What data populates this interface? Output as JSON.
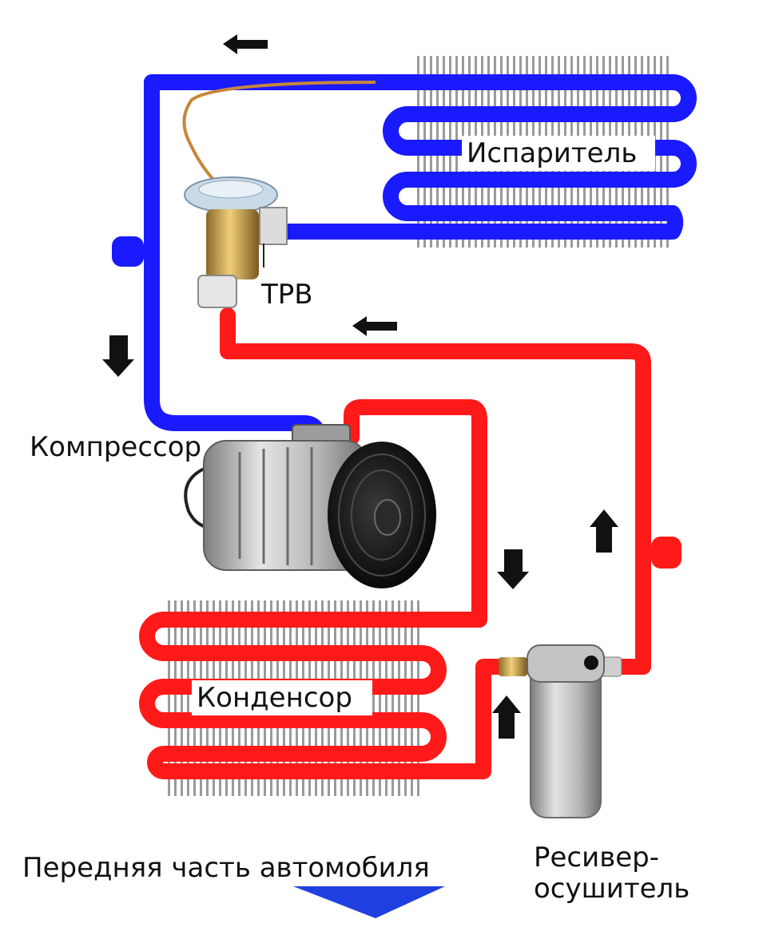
{
  "labels": {
    "evaporator": "Испаритель",
    "expansion_valve": "ТРВ",
    "compressor": "Компрессор",
    "condenser": "Конденсор",
    "receiver_line1": "Ресивер-",
    "receiver_line2": "осушитель",
    "vehicle_front": "Передняя часть автомобиля"
  },
  "colors": {
    "low_pressure_line": "#1a1aff",
    "high_pressure_line": "#ff1a1a",
    "fins": "#9a9a9a",
    "front_arrow": "#1f3fe0",
    "flow_arrow": "#111111"
  },
  "icons": {
    "flow_arrow": "arrow-icon",
    "front_arrow": "down-triangle-icon"
  }
}
